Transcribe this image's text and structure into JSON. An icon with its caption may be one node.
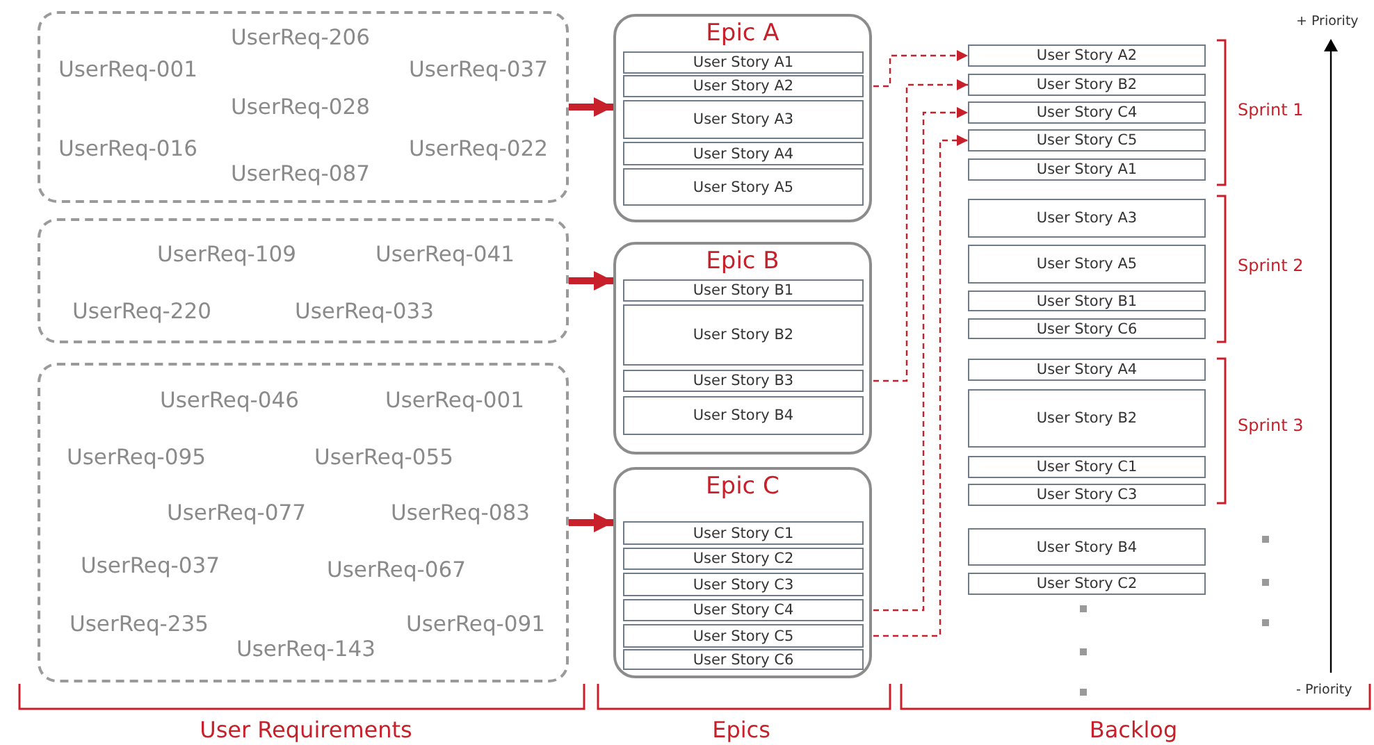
{
  "diagram": {
    "nodes": [
      {
        "text": [],
        "shape": "box"
      },
      {
        "text": [],
        "shape": "box"
      },
      {
        "text": [],
        "shape": "box"
      },
      {
        "text": [
          "Epic A"
        ]
      },
      {
        "text": [
          "User Story A1"
        ],
        "in": 3
      },
      {
        "text": [
          "User Story A2"
        ],
        "in": 3
      },
      {
        "text": [
          "User Story A3"
        ],
        "in": 3
      },
      {
        "text": [
          "User Story A4"
        ],
        "in": 3
      },
      {
        "text": [
          "User Story A5"
        ],
        "in": 3
      },
      {
        "text": [
          "Epic B"
        ]
      },
      {
        "text": [
          "User Story B1"
        ],
        "in": 9
      },
      {
        "text": [
          "User Story B2"
        ],
        "in": 9
      },
      {
        "text": [
          "User Story B3"
        ],
        "in": 9
      },
      {
        "text": [
          "User Story B4"
        ],
        "in": 9
      },
      {
        "text": [
          "Epic C"
        ]
      },
      {
        "text": [
          "User Story C1"
        ],
        "in": 14
      },
      {
        "text": [
          "User Story C2"
        ],
        "in": 14
      },
      {
        "text": [
          "User Story C3"
        ],
        "in": 14
      },
      {
        "text": [
          "User Story C4"
        ],
        "in": 14
      },
      {
        "text": [
          "User Story C5"
        ],
        "in": 14
      },
      {
        "text": [
          "User Story C6"
        ],
        "in": 14
      },
      {
        "text": [
          "User Story A2"
        ]
      },
      {
        "text": [
          "User Story B2"
        ]
      },
      {
        "text": [
          "User Story C4"
        ]
      },
      {
        "text": [
          "User Story C5"
        ]
      },
      {
        "text": [
          "User Story A1"
        ]
      },
      {
        "text": [
          "User Story A3"
        ]
      },
      {
        "text": [
          "User Story A5"
        ]
      },
      {
        "text": [
          "User Story B1"
        ]
      },
      {
        "text": [
          "User Story C6"
        ]
      },
      {
        "text": [
          "User Story A4"
        ]
      },
      {
        "text": [
          "User Story B2"
        ]
      },
      {
        "text": [
          "User Story C1"
        ]
      },
      {
        "text": [
          "User Story C3"
        ]
      },
      {
        "text": [
          "User Story B4"
        ]
      },
      {
        "text": [
          "User Story C2"
        ]
      }
    ],
    "edges": [
      {
        "from": 0,
        "to": 3,
        "arrow": "to",
        "style": "thick"
      },
      {
        "from": 1,
        "to": 9,
        "arrow": "to",
        "style": "thick"
      },
      {
        "from": 2,
        "to": 14,
        "arrow": "to",
        "style": "thick"
      },
      {
        "from": 5,
        "to": 21,
        "arrow": "to",
        "style": "dashed"
      },
      {
        "from": 12,
        "to": 22,
        "arrow": "to",
        "style": "dashed"
      },
      {
        "from": 18,
        "to": 23,
        "arrow": "to",
        "style": "dashed"
      },
      {
        "from": 19,
        "to": 24,
        "arrow": "to",
        "style": "dashed"
      }
    ],
    "labels": [
      "UserReq-206",
      "UserReq-001",
      "UserReq-037",
      "UserReq-028",
      "UserReq-016",
      "UserReq-022",
      "UserReq-087",
      "UserReq-109",
      "UserReq-041",
      "UserReq-220",
      "UserReq-033",
      "UserReq-046",
      "UserReq-001",
      "UserReq-095",
      "UserReq-055",
      "UserReq-077",
      "UserReq-083",
      "UserReq-037",
      "UserReq-067",
      "UserReq-235",
      "UserReq-091",
      "UserReq-143",
      "+ Priority",
      "Sprint 1",
      "Sprint 2",
      "Sprint 3",
      "- Priority",
      "User Requirements",
      "Epics",
      "Backlog"
    ]
  }
}
